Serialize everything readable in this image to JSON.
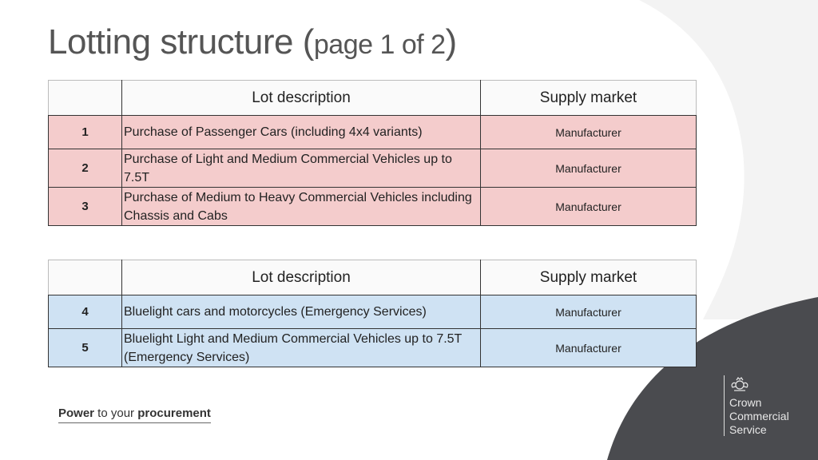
{
  "title": {
    "main": "Lotting structure (",
    "sub": "page 1 of 2",
    "close": ")"
  },
  "table1": {
    "headers": {
      "description": "Lot description",
      "market": "Supply market"
    },
    "rows": [
      {
        "lot": "1",
        "description": "Purchase of Passenger Cars (including 4x4 variants)",
        "market": "Manufacturer"
      },
      {
        "lot": "2",
        "description": "Purchase of Light and Medium Commercial Vehicles up to 7.5T",
        "market": "Manufacturer"
      },
      {
        "lot": "3",
        "description": "Purchase of Medium to Heavy Commercial Vehicles including Chassis and Cabs",
        "market": "Manufacturer"
      }
    ],
    "row_color": "#f4cccc"
  },
  "table2": {
    "headers": {
      "description": "Lot description",
      "market": "Supply market"
    },
    "rows": [
      {
        "lot": "4",
        "description": "Bluelight cars and motorcycles (Emergency Services)",
        "market": "Manufacturer"
      },
      {
        "lot": "5",
        "description": "Bluelight Light and Medium Commercial Vehicles up to 7.5T (Emergency Services)",
        "market": "Manufacturer"
      }
    ],
    "row_color": "#cfe2f3"
  },
  "footer": {
    "power": "Power",
    "middle": " to your ",
    "procurement": "procurement"
  },
  "logo": {
    "line1": "Crown",
    "line2": "Commercial",
    "line3": "Service",
    "icon": "royal-crest-icon"
  },
  "colors": {
    "dark_shape": "#4a4b4f",
    "light_shape": "#f2f2f2"
  }
}
